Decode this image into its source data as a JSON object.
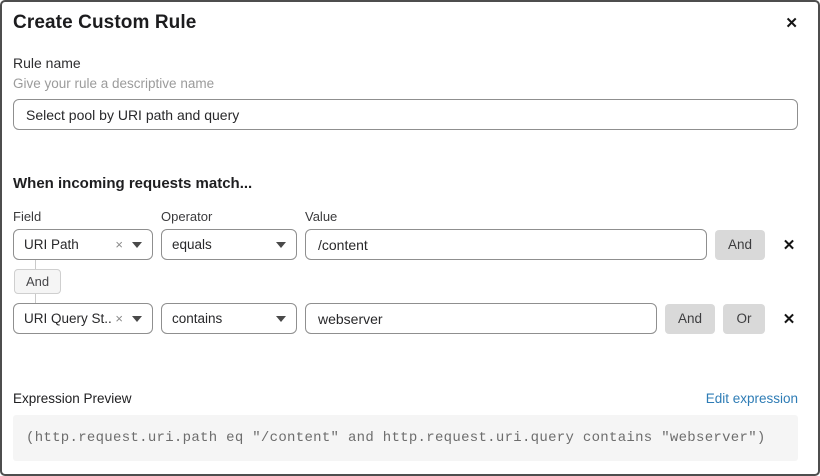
{
  "dialog": {
    "title": "Create Custom Rule"
  },
  "icons": {
    "close": "✕",
    "clear": "×"
  },
  "rule_name": {
    "label": "Rule name",
    "hint": "Give your rule a descriptive name",
    "value": "Select pool by URI path and query"
  },
  "matcher": {
    "heading": "When incoming requests match...",
    "columns": {
      "field": "Field",
      "operator": "Operator",
      "value": "Value"
    },
    "connector_label": "And",
    "and_label": "And",
    "or_label": "Or",
    "rows": [
      {
        "field": "URI Path",
        "operator": "equals",
        "value": "/content"
      },
      {
        "field": "URI Query St...",
        "operator": "contains",
        "value": "webserver"
      }
    ]
  },
  "expression": {
    "label": "Expression Preview",
    "edit_link": "Edit expression",
    "code": "(http.request.uri.path eq \"/content\" and http.request.uri.query contains \"webserver\")"
  },
  "colors": {
    "link_blue": "#2e7cb5",
    "button_gray": "#d9d9d9",
    "border_gray": "#8f8f8f"
  }
}
